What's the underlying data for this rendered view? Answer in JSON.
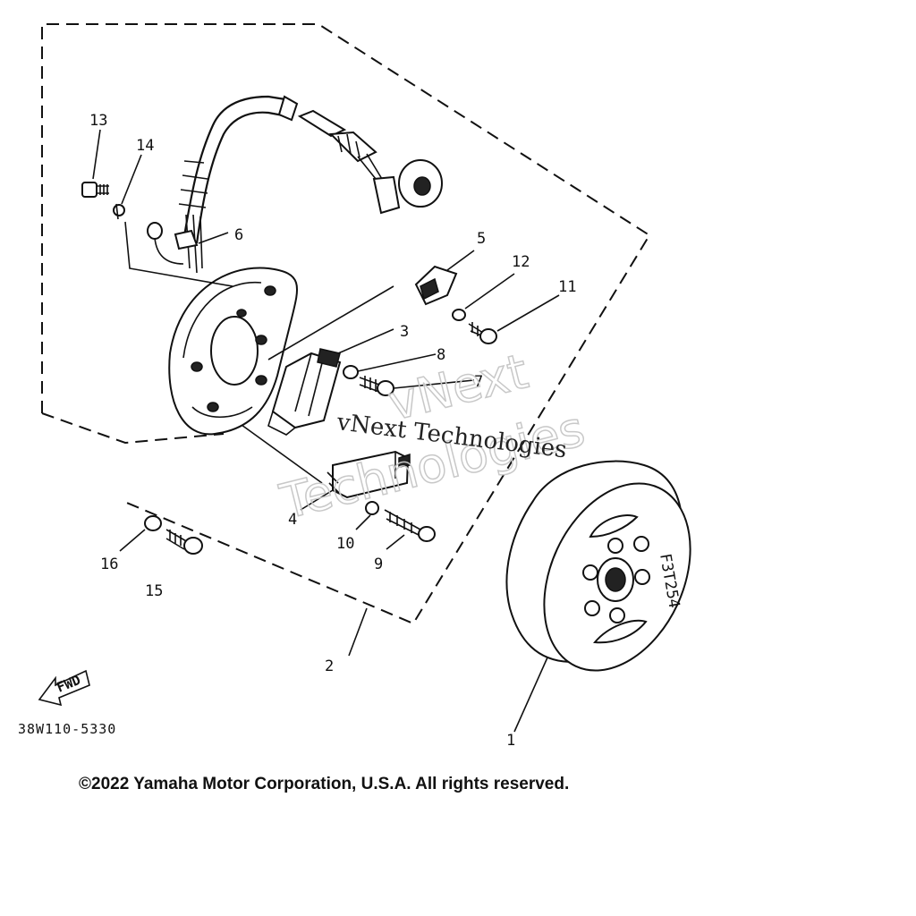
{
  "diagram": {
    "part_labels": [
      "1",
      "2",
      "3",
      "4",
      "5",
      "6",
      "7",
      "8",
      "9",
      "10",
      "11",
      "12",
      "13",
      "14",
      "15",
      "16"
    ],
    "diagram_code": "38W110-5330",
    "fwd_label": "FWD",
    "flywheel_marking": "F3T254",
    "watermark_primary": "vNext Technologies",
    "watermark_outline_line1": "vNext",
    "watermark_outline_line2": "Technologies",
    "copyright": "©2022 Yamaha Motor Corporation, U.S.A. All rights reserved."
  }
}
